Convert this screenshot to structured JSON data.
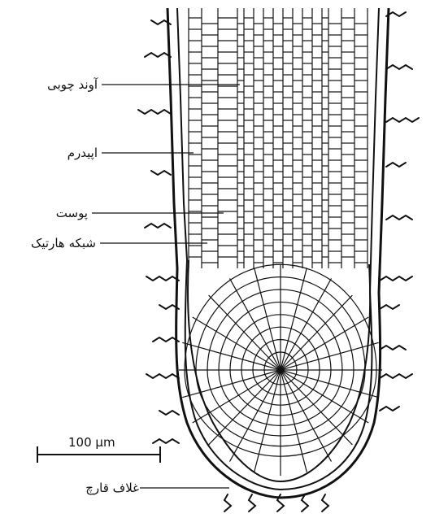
{
  "labels": {
    "xylem": "آوند چوبی",
    "epidermis": "اپیدرم",
    "cortex": "پوست",
    "hartig_net": "شبکه هارتیک",
    "fungal_sheath": "غلاف قارچ"
  },
  "scale_bar": {
    "text": "100 μm"
  },
  "colors": {
    "ink": "#111111",
    "background": "#ffffff"
  }
}
